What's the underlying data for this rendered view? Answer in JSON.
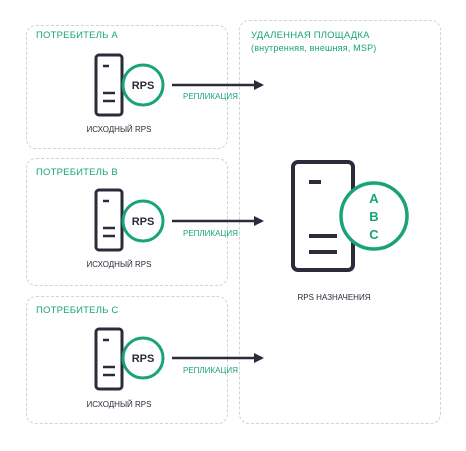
{
  "consumers": [
    {
      "title": "ПОТРЕБИТЕЛЬ A",
      "badge": "RPS",
      "source_label": "ИСХОДНЫЙ RPS",
      "arrow_label": "РЕПЛИКАЦИЯ"
    },
    {
      "title": "ПОТРЕБИТЕЛЬ B",
      "badge": "RPS",
      "source_label": "ИСХОДНЫЙ RPS",
      "arrow_label": "РЕПЛИКАЦИЯ"
    },
    {
      "title": "ПОТРЕБИТЕЛЬ C",
      "badge": "RPS",
      "source_label": "ИСХОДНЫЙ RPS",
      "arrow_label": "РЕПЛИКАЦИЯ"
    }
  ],
  "remote": {
    "title": "УДАЛЕННАЯ ПЛОЩАДКА",
    "subtitle": "(внутренняя, внешняя, MSP)",
    "badge_letters": [
      "A",
      "B",
      "C"
    ],
    "target_label": "RPS НАЗНАЧЕНИЯ"
  },
  "colors": {
    "accent": "#1aa37a",
    "server": "#2b2b3a",
    "border": "#cfd2d6"
  },
  "icons": {
    "server": "server-icon",
    "badge": "rps-badge-icon"
  }
}
